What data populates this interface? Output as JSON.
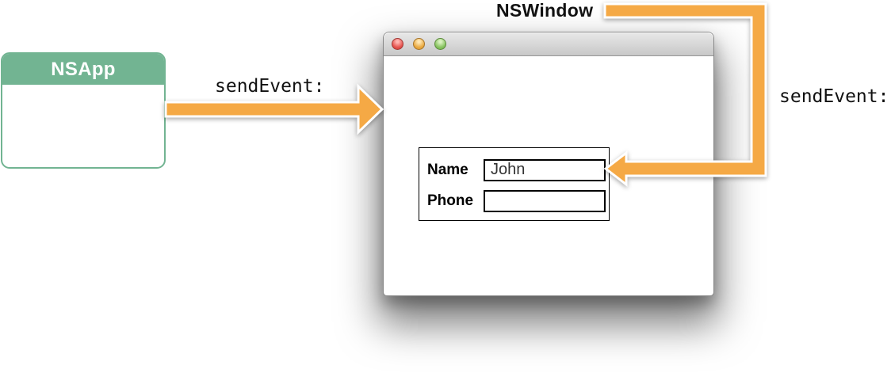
{
  "colors": {
    "orange": "#F5A945",
    "green": "#72B492"
  },
  "nsapp_card": {
    "title": "NSApp"
  },
  "arrows": {
    "app_to_window": {
      "label": "sendEvent:"
    },
    "window_to_view": {
      "label": "sendEvent:"
    }
  },
  "nswindow": {
    "label": "NSWindow",
    "titlebar_buttons": [
      {
        "icon": "close-traffic-light"
      },
      {
        "icon": "minimize-traffic-light"
      },
      {
        "icon": "zoom-traffic-light"
      }
    ],
    "form": {
      "rows": [
        {
          "label": "Name",
          "value": "John"
        },
        {
          "label": "Phone",
          "value": ""
        }
      ]
    }
  }
}
